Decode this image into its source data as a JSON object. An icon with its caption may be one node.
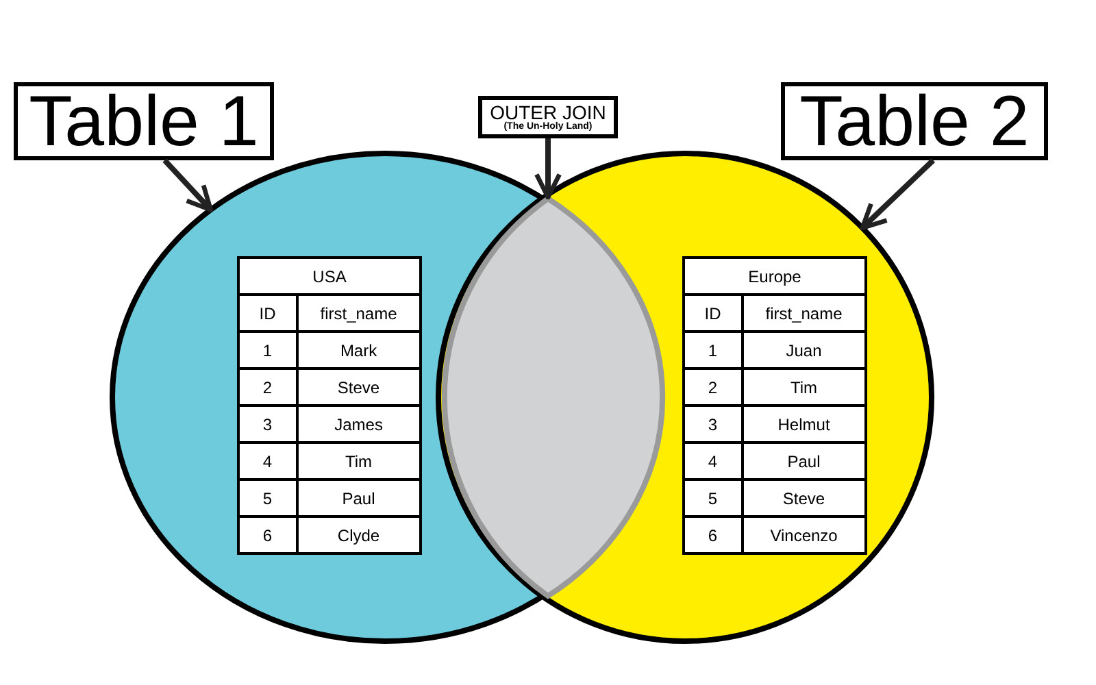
{
  "diagram": {
    "nodes": [
      {
        "text": [
          "Table 1"
        ]
      },
      {
        "text": [
          "OUTER JOIN",
          "(The Un-Holy Land)"
        ]
      },
      {
        "text": [
          "Table 2"
        ]
      },
      {
        "text": [],
        "shape": "circle"
      },
      {
        "text": [],
        "shape": "lens"
      },
      {
        "text": [],
        "shape": "circle"
      },
      {
        "text": [
          "USA",
          "ID",
          "first_name",
          "1",
          "Mark",
          "2",
          "Steve",
          "3",
          "James",
          "4",
          "Tim",
          "5",
          "Paul",
          "6",
          "Clyde"
        ],
        "in": 3
      },
      {
        "text": [
          "Europe",
          "ID",
          "first_name",
          "1",
          "Juan",
          "2",
          "Tim",
          "3",
          "Helmut",
          "4",
          "Paul",
          "5",
          "Steve",
          "6",
          "Vincenzo"
        ],
        "in": 5
      }
    ],
    "edges": [
      {
        "from": 0,
        "to": 3,
        "arrow": "to"
      },
      {
        "from": 1,
        "to": 4,
        "arrow": "to"
      },
      {
        "from": 2,
        "to": 5,
        "arrow": "to"
      }
    ]
  }
}
